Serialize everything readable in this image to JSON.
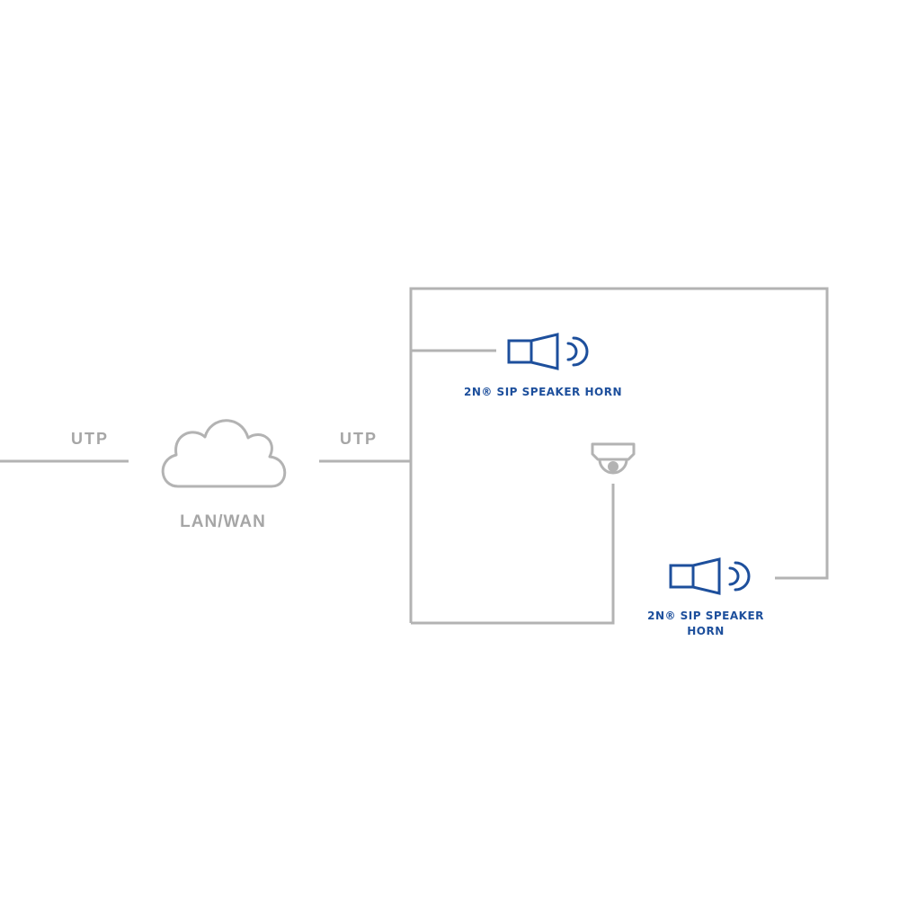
{
  "colors": {
    "line": "#b3b3b3",
    "gray_text": "#a6a6a6",
    "accent_blue": "#1d4f9c"
  },
  "links": {
    "left_label": "UTP",
    "right_label": "UTP"
  },
  "network": {
    "label": "LAN/WAN",
    "icon": "cloud-icon"
  },
  "devices": {
    "speaker_top": {
      "label": "2N® SIP SPEAKER HORN",
      "icon": "speaker-horn-icon"
    },
    "camera": {
      "icon": "dome-camera-icon"
    },
    "speaker_bottom": {
      "label_line1": "2N® SIP SPEAKER",
      "label_line2": "HORN",
      "icon": "speaker-horn-icon"
    }
  }
}
